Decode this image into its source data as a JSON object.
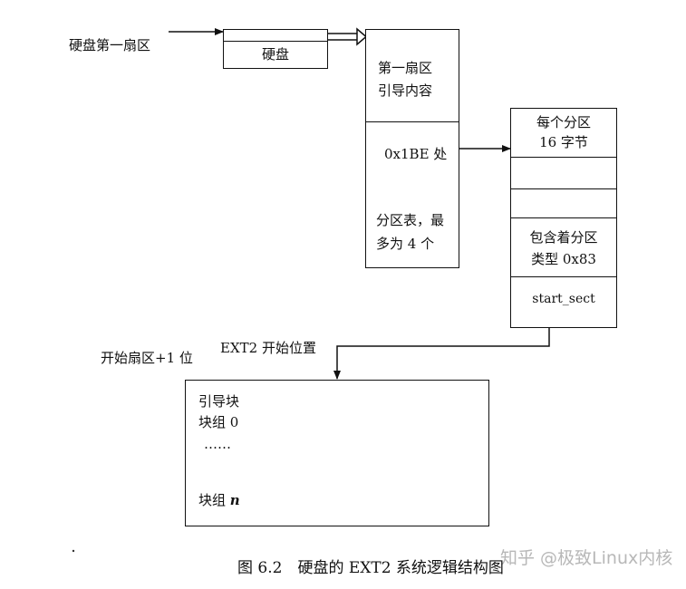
{
  "diagram": {
    "label_first_sector": "硬盘第一扇区",
    "disk_box": "硬盘",
    "boot_content_line1": "第一扇区",
    "boot_content_line2": "引导内容",
    "offset_label": "0x1BE 处",
    "ptable_line1": "分区表，最",
    "ptable_line2": "多为 4 个",
    "entry_line1": "每个分区",
    "entry_line2": "16 字节",
    "type_line1": "包含着分区",
    "type_line2": "类型 0x83",
    "start_sect": "start_sect",
    "start_plus_one": "开始扇区+1 位",
    "ext2_start": "EXT2 开始位置",
    "boot_block": "引导块",
    "block_group_0": "块组 0",
    "ellipsis": "……",
    "block_group_n_prefix": "块组 ",
    "block_group_n_var": "n"
  },
  "caption": "图 6.2　硬盘的 EXT2 系统逻辑结构图",
  "watermark": "知乎 @极致Linux内核"
}
